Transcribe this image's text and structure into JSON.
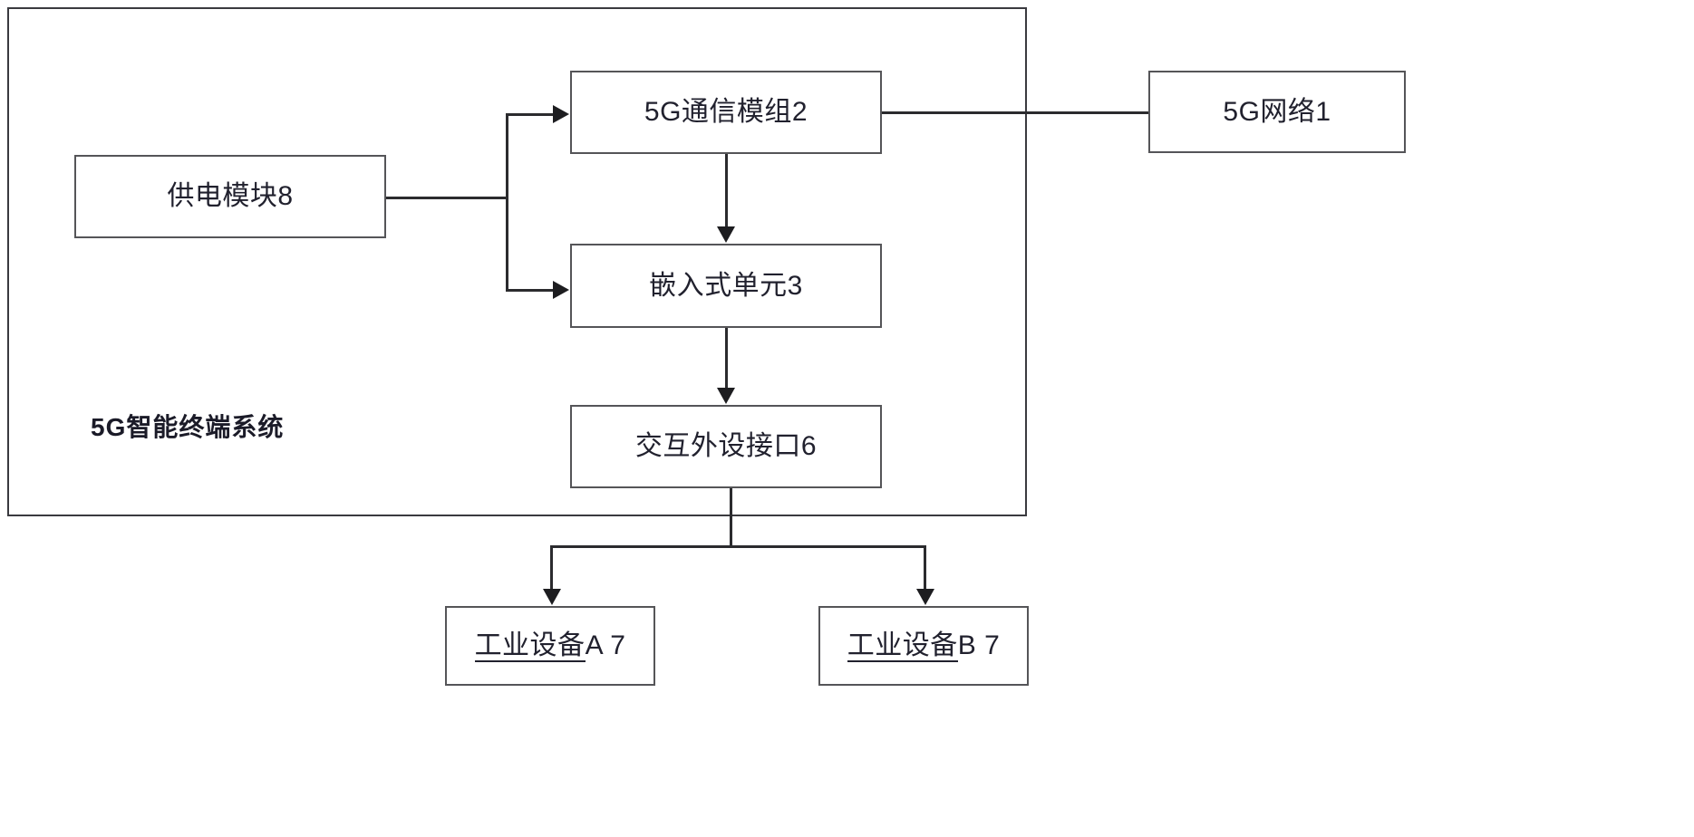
{
  "diagram": {
    "title": "5G智能终端系统",
    "enclosure_label": "5G智能终端系统",
    "nodes": {
      "comm_module": {
        "label": "5G通信模组2",
        "ref": "2"
      },
      "network": {
        "label": "5G网络1",
        "ref": "1"
      },
      "power_module": {
        "label": "供电模块8",
        "ref": "8"
      },
      "embedded_unit": {
        "label": "嵌入式单元3",
        "ref": "3"
      },
      "peripheral_interface": {
        "label": "交互外设接口6",
        "ref": "6"
      },
      "device_a": {
        "label_main": "工业设备",
        "label_suffix": "A 7",
        "ref": "7"
      },
      "device_b": {
        "label_main": "工业设备",
        "label_suffix": "B 7",
        "ref": "7"
      }
    },
    "colors": {
      "line": "#2b2b2e",
      "box_border": "#555558",
      "enclosure_border": "#3a3a3f",
      "text": "#21212e",
      "background": "#ffffff"
    },
    "edges": [
      {
        "from": "power_module",
        "to": "comm_module",
        "type": "arrow"
      },
      {
        "from": "power_module",
        "to": "embedded_unit",
        "type": "arrow"
      },
      {
        "from": "comm_module",
        "to": "network",
        "type": "line"
      },
      {
        "from": "comm_module",
        "to": "embedded_unit",
        "type": "arrow"
      },
      {
        "from": "embedded_unit",
        "to": "peripheral_interface",
        "type": "arrow"
      },
      {
        "from": "peripheral_interface",
        "to": "device_a",
        "type": "arrow"
      },
      {
        "from": "peripheral_interface",
        "to": "device_b",
        "type": "arrow"
      }
    ]
  }
}
